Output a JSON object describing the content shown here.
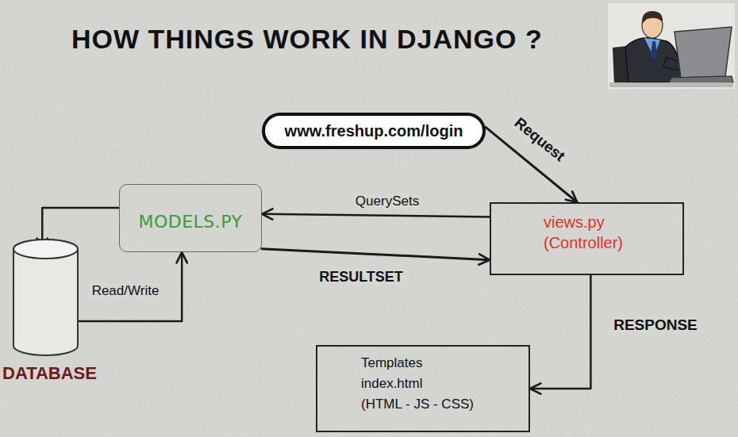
{
  "diagram": {
    "title": "HOW THINGS WORK IN DJANGO ?",
    "nodes": [
      {
        "text": [
          "www.freshup.com/login"
        ]
      },
      {
        "text": [
          "MODELS.PY"
        ]
      },
      {
        "text": [
          "views.py (Controller)"
        ]
      },
      {
        "text": [
          "Templates",
          "index.html",
          "(HTML - JS - CSS)"
        ]
      },
      {
        "text": [
          "DATABASE"
        ]
      }
    ],
    "edges": [
      {
        "from": 0,
        "to": 2,
        "label": "Request",
        "arrow": "to"
      },
      {
        "from": 2,
        "to": 1,
        "label": "QuerySets",
        "arrow": "to"
      },
      {
        "from": 1,
        "to": 2,
        "label": "RESULTSET",
        "arrow": "to"
      },
      {
        "from": 2,
        "to": 3,
        "label": "RESPONSE",
        "arrow": "to"
      },
      {
        "from": 1,
        "to": 4,
        "arrow": "to"
      },
      {
        "from": 4,
        "to": 1,
        "label": "Read/Write",
        "arrow": "to"
      }
    ]
  }
}
